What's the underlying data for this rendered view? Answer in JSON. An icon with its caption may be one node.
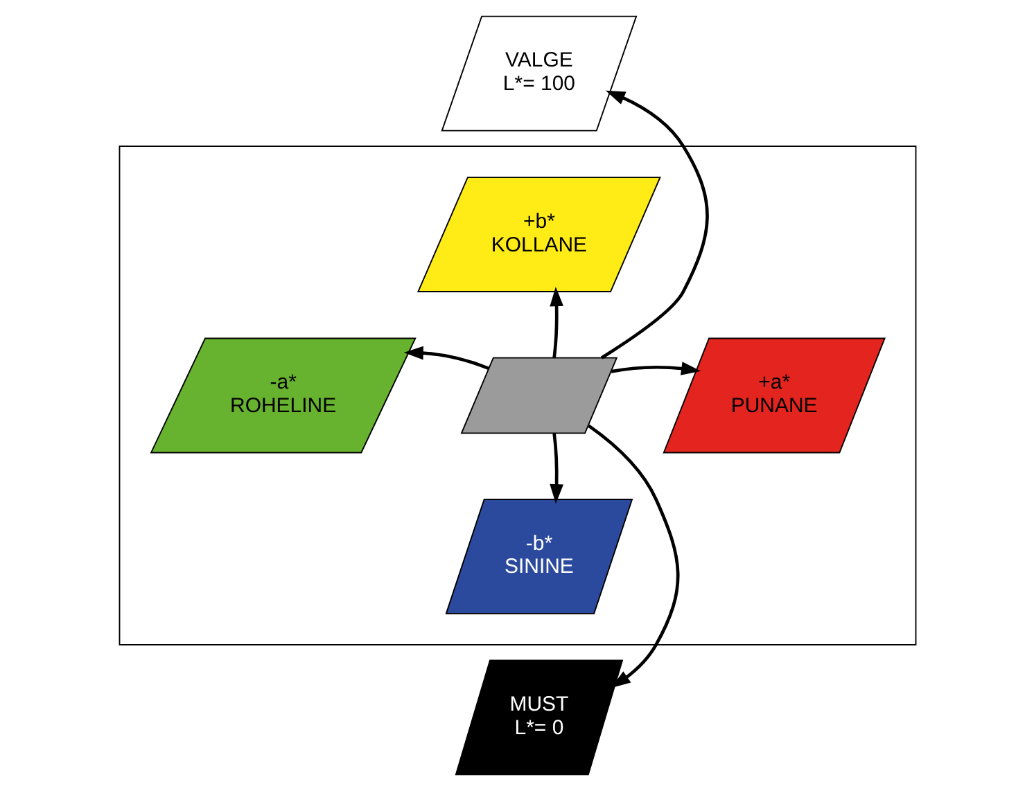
{
  "diagram": {
    "nodes": [
      {
        "text": [
          "VALGE",
          "L*= 100"
        ]
      },
      {
        "text": [],
        "shape": "parallelogram"
      },
      {
        "text": [
          "+b*",
          "KOLLANE"
        ],
        "in": 1
      },
      {
        "text": [
          "-a*",
          "ROHELINE"
        ],
        "in": 1
      },
      {
        "text": [],
        "shape": "parallelogram",
        "in": 1
      },
      {
        "text": [
          "+a*",
          "PUNANE"
        ],
        "in": 1
      },
      {
        "text": [
          "-b*",
          "SININE"
        ],
        "in": 1
      },
      {
        "text": [
          "MUST",
          "L*= 0"
        ]
      }
    ],
    "edges": [
      {
        "from": 4,
        "to": 0,
        "arrow": "to"
      },
      {
        "from": 4,
        "to": 2,
        "arrow": "to"
      },
      {
        "from": 4,
        "to": 3,
        "arrow": "to"
      },
      {
        "from": 4,
        "to": 5,
        "arrow": "to"
      },
      {
        "from": 4,
        "to": 6,
        "arrow": "to"
      },
      {
        "from": 4,
        "to": 7,
        "arrow": "to"
      }
    ]
  }
}
